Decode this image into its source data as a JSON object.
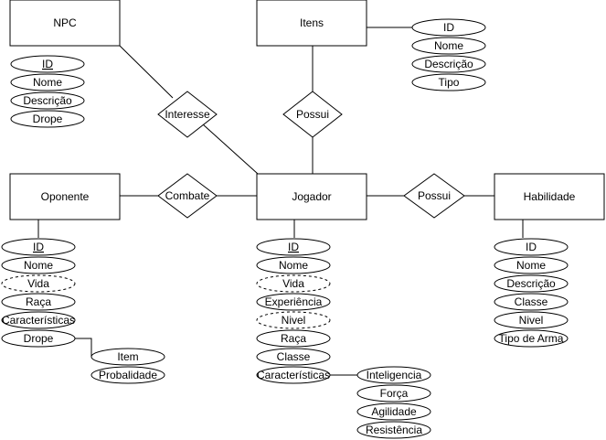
{
  "entities": [
    {
      "id": "npc",
      "label": "NPC"
    },
    {
      "id": "itens",
      "label": "Itens"
    },
    {
      "id": "oponente",
      "label": "Oponente"
    },
    {
      "id": "jogador",
      "label": "Jogador"
    },
    {
      "id": "habilidade",
      "label": "Habilidade"
    }
  ],
  "relationships": [
    {
      "id": "interesse",
      "label": "Interesse",
      "connects": [
        "NPC",
        "Jogador"
      ]
    },
    {
      "id": "possui_itens",
      "label": "Possui",
      "connects": [
        "Itens",
        "Jogador"
      ]
    },
    {
      "id": "combate",
      "label": "Combate",
      "connects": [
        "Oponente",
        "Jogador"
      ]
    },
    {
      "id": "possui_habilidade",
      "label": "Possui",
      "connects": [
        "Jogador",
        "Habilidade"
      ]
    }
  ],
  "attributes": {
    "npc": [
      {
        "label": "ID",
        "key": true
      },
      {
        "label": "Nome"
      },
      {
        "label": "Descrição"
      },
      {
        "label": "Drope"
      }
    ],
    "itens": [
      {
        "label": "ID"
      },
      {
        "label": "Nome"
      },
      {
        "label": "Descrição"
      },
      {
        "label": "Tipo"
      }
    ],
    "oponente": [
      {
        "label": "ID",
        "key": true
      },
      {
        "label": "Nome"
      },
      {
        "label": "Vida",
        "derived": true
      },
      {
        "label": "Raça"
      },
      {
        "label": "Características"
      },
      {
        "label": "Drope"
      }
    ],
    "drope": [
      {
        "label": "Item"
      },
      {
        "label": "Probalidade"
      }
    ],
    "jogador": [
      {
        "label": "ID",
        "key": true
      },
      {
        "label": "Nome"
      },
      {
        "label": "Vida",
        "derived": true
      },
      {
        "label": "Experiência"
      },
      {
        "label": "Nivel",
        "derived": true
      },
      {
        "label": "Raça"
      },
      {
        "label": "Classe"
      },
      {
        "label": "Características"
      }
    ],
    "caracteristicas": [
      {
        "label": "Inteligencia"
      },
      {
        "label": "Força"
      },
      {
        "label": "Agilidade"
      },
      {
        "label": "Resistência"
      }
    ],
    "habilidade": [
      {
        "label": "ID"
      },
      {
        "label": "Nome"
      },
      {
        "label": "Descrição"
      },
      {
        "label": "Classe"
      },
      {
        "label": "Nivel"
      },
      {
        "label": "Tipo de Arma"
      }
    ]
  }
}
